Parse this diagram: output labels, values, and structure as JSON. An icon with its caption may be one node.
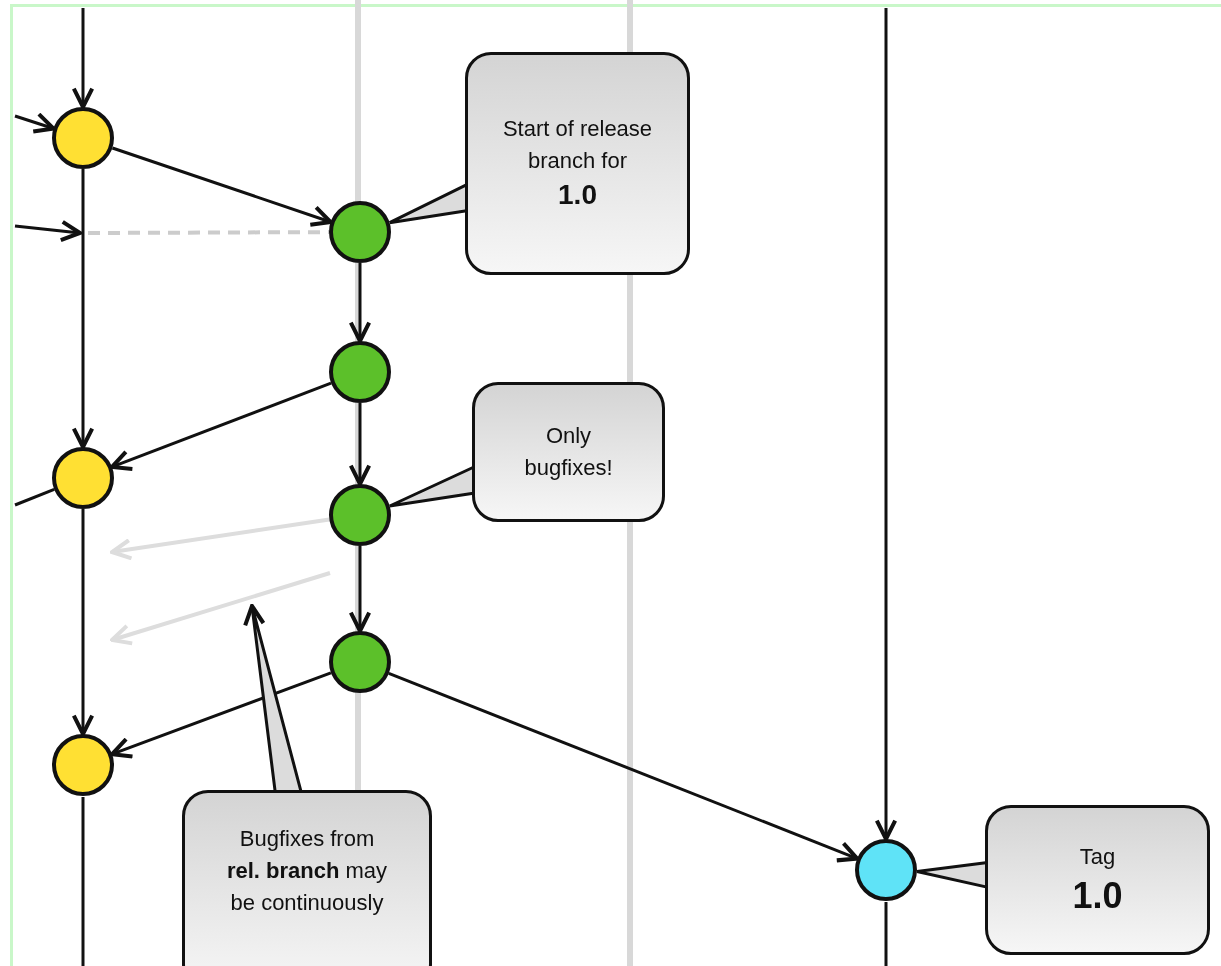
{
  "diagram": {
    "nodes": [
      {
        "text": [],
        "shape": "circle"
      },
      {
        "text": [
          "Start of release branch for",
          "1.0"
        ]
      },
      {
        "text": [],
        "shape": "circle"
      },
      {
        "text": [],
        "shape": "circle"
      },
      {
        "text": [],
        "shape": "circle"
      },
      {
        "text": [
          "Only bugfixes!"
        ]
      },
      {
        "text": [],
        "shape": "circle"
      },
      {
        "text": [],
        "shape": "circle"
      },
      {
        "text": [],
        "shape": "circle"
      },
      {
        "text": [
          "Bugfixes from **rel. branch** may be continuously"
        ]
      },
      {
        "text": [],
        "shape": "circle"
      },
      {
        "text": [
          "Tag",
          "1.0"
        ]
      }
    ],
    "edges": [
      {
        "from": null,
        "to": 0,
        "arrow": "to"
      },
      {
        "from": null,
        "to": 0,
        "arrow": "to"
      },
      {
        "from": 0,
        "to": 2,
        "arrow": "to"
      },
      {
        "from": 1,
        "to": 2,
        "arrow": "none"
      },
      {
        "from": null,
        "to": 2,
        "arrow": "none",
        "style": "dashed",
        "color": "#cccccc"
      },
      {
        "from": 2,
        "to": 3,
        "arrow": "to"
      },
      {
        "from": 0,
        "to": 4,
        "arrow": "to"
      },
      {
        "from": 3,
        "to": 4,
        "arrow": "to"
      },
      {
        "from": 3,
        "to": 6,
        "arrow": "to"
      },
      {
        "from": null,
        "to": 4,
        "arrow": "none"
      },
      {
        "from": 5,
        "to": 6,
        "arrow": "none"
      },
      {
        "from": 6,
        "to": 7,
        "arrow": "to"
      },
      {
        "from": 4,
        "to": 8,
        "arrow": "to"
      },
      {
        "from": 7,
        "to": 8,
        "arrow": "to"
      },
      {
        "from": 7,
        "to": 10,
        "arrow": "to"
      },
      {
        "from": null,
        "to": 10,
        "arrow": "to"
      },
      {
        "from": 11,
        "to": 10,
        "arrow": "none"
      },
      {
        "from": 9,
        "to": null,
        "arrow": "to"
      },
      {
        "from": 6,
        "to": null,
        "arrow": "to",
        "color": "#dddddd"
      }
    ]
  }
}
